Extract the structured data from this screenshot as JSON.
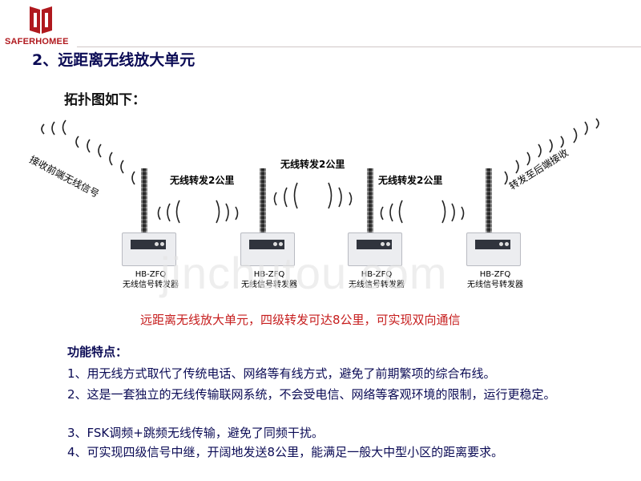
{
  "header": {
    "brand": "SAFERHOMEE"
  },
  "title": "2、远距离无线放大单元",
  "subtitle": "拓扑图如下：",
  "diagram": {
    "left_arc_text": "接收前端无线信号",
    "right_arc_text": "转发至后端接收",
    "hops": [
      "无线转发2公里",
      "无线转发2公里",
      "无线转发2公里"
    ],
    "units": [
      {
        "model": "HB-ZFQ",
        "name": "无线信号转发器"
      },
      {
        "model": "HB-ZFQ",
        "name": "无线信号转发器"
      },
      {
        "model": "HB-ZFQ",
        "name": "无线信号转发器"
      },
      {
        "model": "HB-ZFQ",
        "name": "无线信号转发器"
      }
    ]
  },
  "watermark": "jinchutou.com",
  "summary": "远距离无线放大单元，四级转发可达8公里，可实现双向通信",
  "features": {
    "heading": "功能特点：",
    "items": [
      "1、用无线方式取代了传统电话、网络等有线方式，避免了前期繁项的综合布线。",
      "2、这是一套独立的无线传输联网系统，不会受电信、网络等客观环境的限制，运行更稳定。",
      "3、FSK调频+跳频无线传输，避免了同频干扰。",
      "4、可实现四级信号中继，开阔地发送8公里，能满足一般大中型小区的距离要求。"
    ]
  },
  "colors": {
    "brand": "#b0191e",
    "text": "#0b0b55",
    "highlight": "#c61d1d"
  }
}
